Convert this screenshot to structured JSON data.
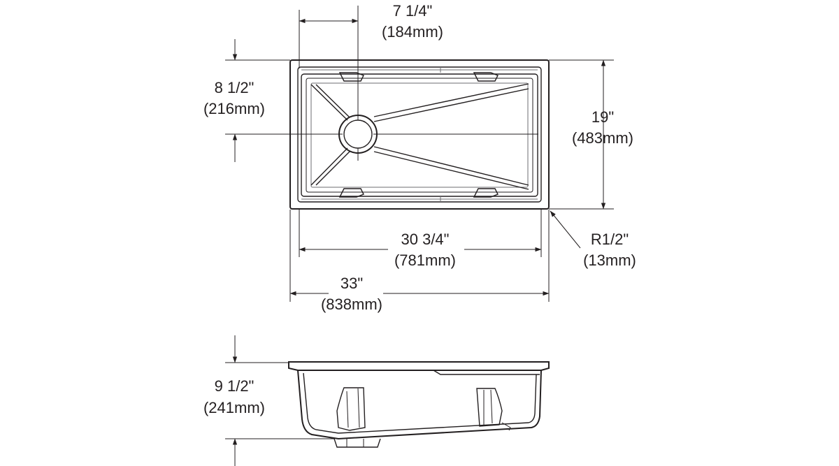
{
  "dimensions": {
    "drain_offset_x": {
      "imperial": "7 1/4\"",
      "metric": "(184mm)"
    },
    "drain_offset_y": {
      "imperial": "8 1/2\"",
      "metric": "(216mm)"
    },
    "overall_depth": {
      "imperial": "19\"",
      "metric": "(483mm)"
    },
    "inner_length": {
      "imperial": "30 3/4\"",
      "metric": "(781mm)"
    },
    "corner_radius": {
      "imperial": "R1/2\"",
      "metric": "(13mm)"
    },
    "overall_length": {
      "imperial": "33\"",
      "metric": "(838mm)"
    },
    "bowl_height": {
      "imperial": "9 1/2\"",
      "metric": "(241mm)"
    }
  },
  "colors": {
    "line": "#231f20",
    "detail": "#6d6e71",
    "background": "#ffffff"
  }
}
